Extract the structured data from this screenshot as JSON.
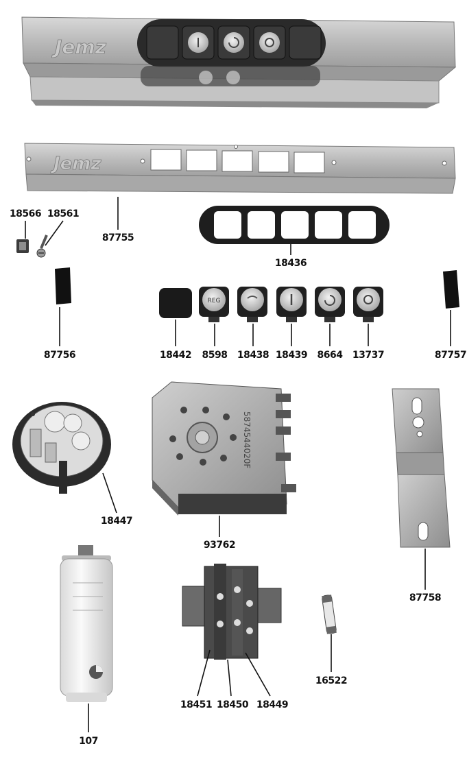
{
  "brand_mark": "Jemz",
  "parts": {
    "p18566": "18566",
    "p18561": "18561",
    "p87755": "87755",
    "p18436": "18436",
    "p87756": "87756",
    "p18442": "18442",
    "p8598": "8598",
    "p18438": "18438",
    "p18439": "18439",
    "p8664": "8664",
    "p13737": "13737",
    "p87757": "87757",
    "p18447": "18447",
    "p93762": "93762",
    "p87758": "87758",
    "p107": "107",
    "p16522": "16522",
    "p18451": "18451",
    "p18450": "18450",
    "p18449": "18449"
  },
  "button_face_reg": "REG",
  "timer_code": "5874544020F"
}
